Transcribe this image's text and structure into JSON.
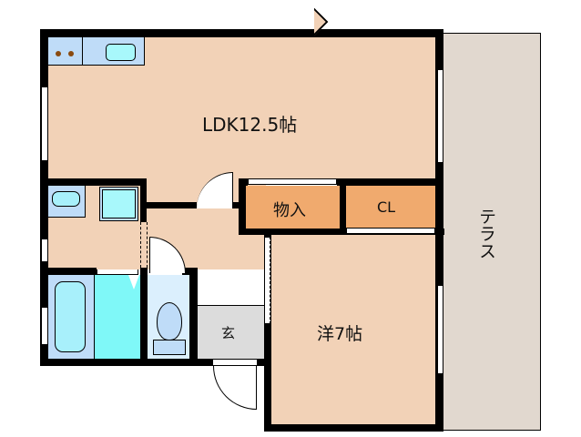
{
  "colors": {
    "floor": "#f2d2b7",
    "storage": "#f0aa6e",
    "terrace": "#e1d8cf",
    "wet": "#bfdcf8",
    "bath": "#a8f0fb",
    "washroom": "#7ff8f8",
    "toilet": "#dbeffd",
    "entrance": "#dcdcdc",
    "wall": "#000000"
  },
  "rooms": {
    "ldk": {
      "label": "LDK12.5帖"
    },
    "storage": {
      "label": "物入"
    },
    "closet": {
      "label": "CL"
    },
    "western": {
      "label": "洋7帖"
    },
    "entrance": {
      "label": "玄"
    },
    "terrace": {
      "label": "テラス"
    }
  }
}
